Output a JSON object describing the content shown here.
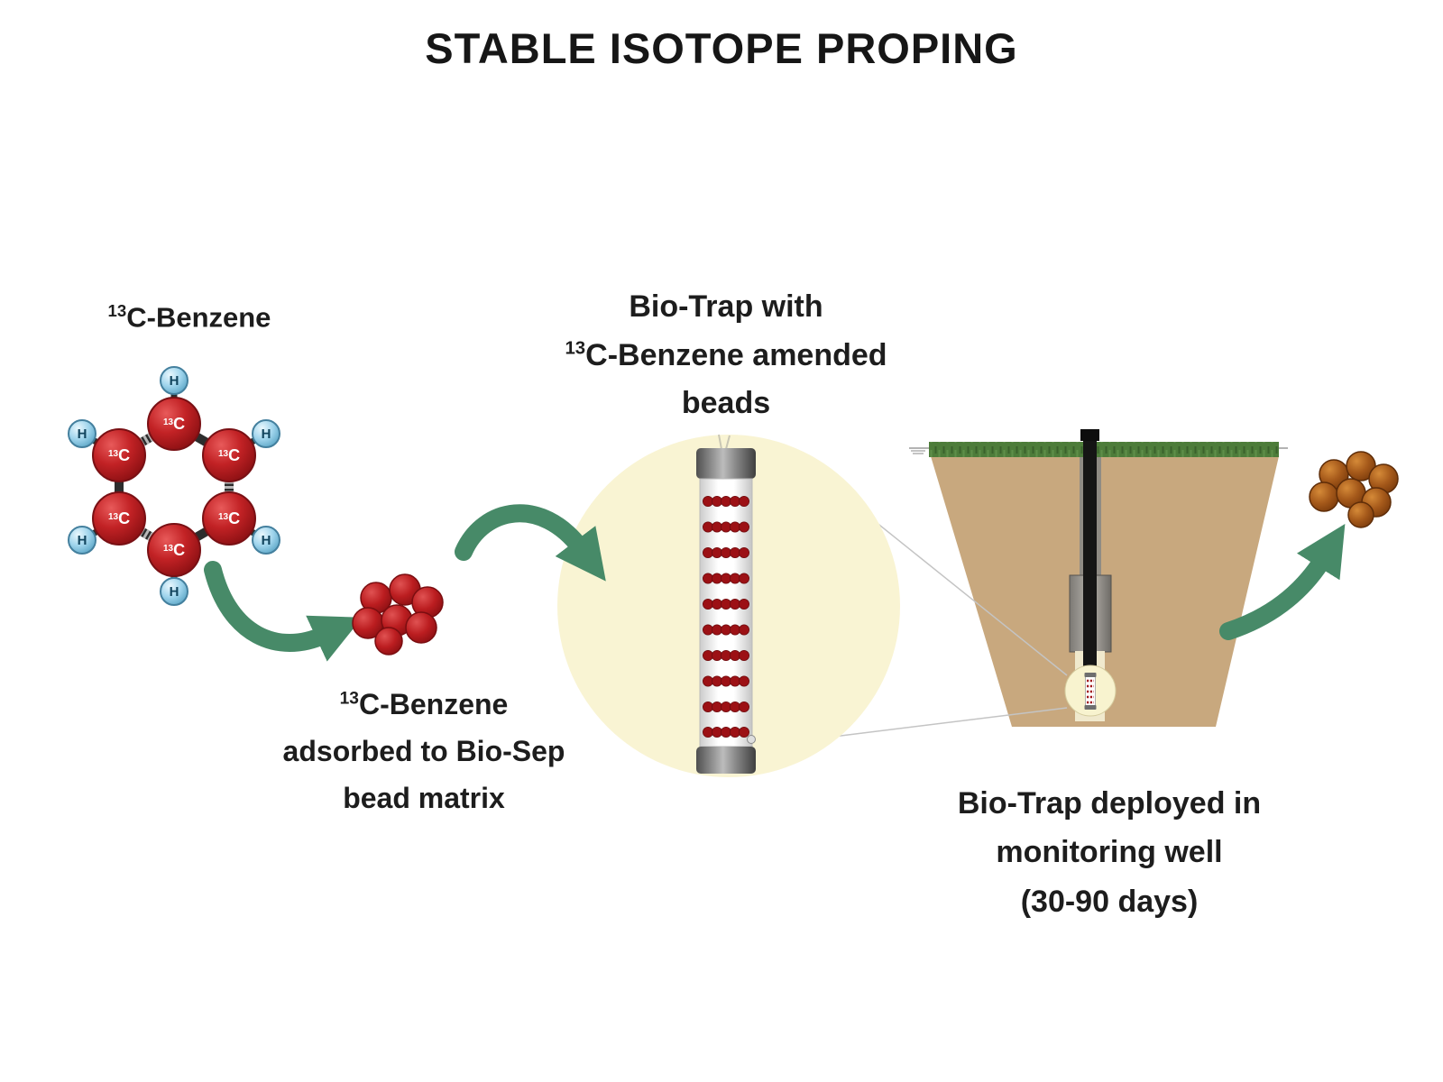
{
  "title": "STABLE ISOTOPE PROPING",
  "molecule": {
    "name_sup": "13",
    "name": "C-Benzene",
    "carbon_sup": "13",
    "carbon": "C",
    "hydrogen": "H"
  },
  "bead_step": {
    "line1_sup": "13",
    "line1": "C-Benzene",
    "line2": "adsorbed to Bio-Sep",
    "line3": "bead matrix"
  },
  "biotrap_step": {
    "line1": "Bio-Trap with",
    "line2_sup": "13",
    "line2": "C-Benzene amended",
    "line3": "beads"
  },
  "well_step": {
    "line1": "Bio-Trap deployed in",
    "line2": "monitoring well",
    "line3": "(30-90 days)"
  },
  "colors": {
    "arrow_green": "#478a68",
    "carbon_red": "#b01518",
    "hydrogen_blue": "#9fd4ec",
    "highlight_circle_yellow": "#f9f4d3",
    "soil_tan": "#c8a87e",
    "grass_green": "#4d7c3a",
    "bead_red": "#a01316",
    "bead_brown": "#a5591a"
  }
}
